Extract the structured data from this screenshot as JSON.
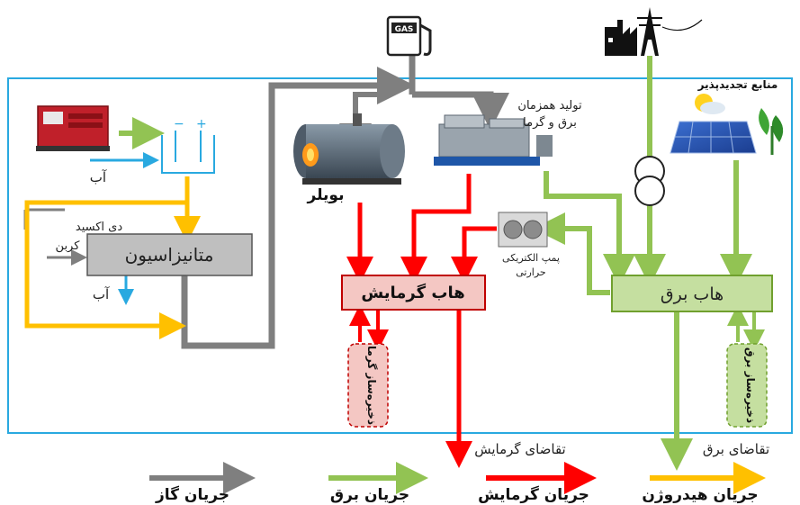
{
  "gas_icon_label": "GAS",
  "boiler": {
    "label": "بویلر"
  },
  "chp": {
    "line1": "تولید همزمان",
    "line2": "برق و گرما"
  },
  "renewable": {
    "label": "منابع تجدیدپذیر"
  },
  "electrolyzer": {
    "water_label": "آب"
  },
  "methanation": {
    "label": "متانیزاسیون",
    "co2_line1": "دی اکسید",
    "co2_line2": "کربن",
    "water_out": "آب"
  },
  "heat_pump": {
    "line1": "پمپ الکتریکی",
    "line2": "حرارتی"
  },
  "heat_hub": {
    "label": "هاب گرمایش",
    "storage": "ذخیره‌ساز گرما"
  },
  "power_hub": {
    "label": "هاب برق",
    "storage": "ذخیره‌ساز برق"
  },
  "demand": {
    "heat": "تقاضای گرمایش",
    "power": "تقاضای برق"
  },
  "legend": {
    "gas": "جریان گاز",
    "power": "جریان برق",
    "heat": "جریان گرمایش",
    "hydrogen": "جریان هیدروژن"
  },
  "colors": {
    "gas": "#7f7f7f",
    "power": "#92c353",
    "heat": "#ff0000",
    "hydrogen": "#ffc000",
    "water": "#29a9e0",
    "frame": "#29a9e0",
    "heat_hub_fill": "#f4c7c3",
    "power_hub_fill": "#c5dfa0",
    "meth_fill": "#bfbfbf"
  }
}
